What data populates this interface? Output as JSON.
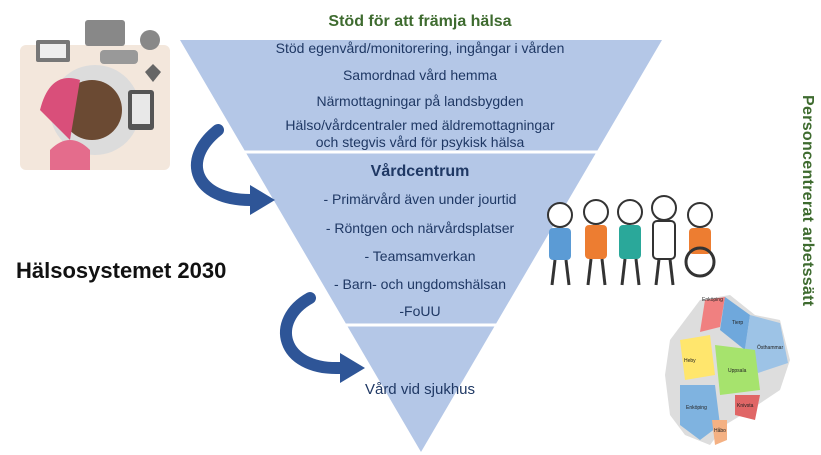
{
  "diagram": {
    "main_title": "Hälsosystemet 2030",
    "side_title": "Personcentrerat arbetssätt",
    "top_section": {
      "title": "Stöd för att främja hälsa",
      "items": [
        "Stöd egenvård/monitorering,  ingångar i vården",
        "Samordnad vård hemma",
        "Närmottagningar på landsbygden",
        "Hälso/vårdcentraler med äldremottagningar",
        "och stegvis vård för psykisk hälsa"
      ]
    },
    "middle_section": {
      "title": "Vårdcentrum",
      "items": [
        "- Primärvård även under jourtid",
        "- Röntgen och närvårdsplatser",
        "- Teamsamverkan",
        "- Barn- och ungdomshälsan",
        "-FoUU"
      ]
    },
    "bottom_section": {
      "title": "Vård vid sjukhus"
    },
    "map_labels": [
      "Enköping",
      "Tierp",
      "Östhammar",
      "Heby",
      "Uppsala",
      "Knivsta",
      "Håbo",
      "Enköping"
    ],
    "colors": {
      "triangle_fill": "#b4c7e7",
      "divider": "#ffffff",
      "arrow": "#2e5597",
      "green_text": "#3e6b2f",
      "blue_text": "#1f3864"
    },
    "icons": [
      "health-devices-illustration",
      "curved-arrow-icon",
      "people-group-illustration",
      "region-map-illustration"
    ]
  }
}
